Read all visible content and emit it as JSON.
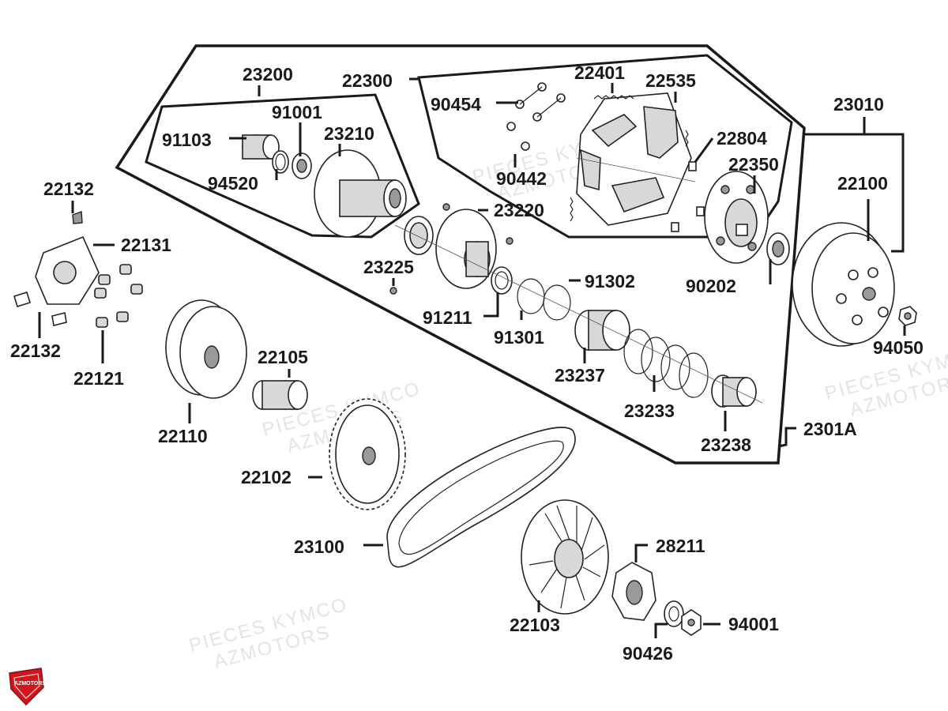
{
  "diagram": {
    "watermark_lines": [
      "PIECES KYMCO",
      "AZMOTORS"
    ],
    "logo_text": "AZMOTORS",
    "part_labels": [
      "23200",
      "22300",
      "22401",
      "22535",
      "23010",
      "91001",
      "90454",
      "91103",
      "23210",
      "22804",
      "22132",
      "22350",
      "94520",
      "90442",
      "22100",
      "23220",
      "22131",
      "23225",
      "90202",
      "91302",
      "91211",
      "91301",
      "94050",
      "22105",
      "23237",
      "22132",
      "22121",
      "23233",
      "2301A",
      "22110",
      "23238",
      "22102",
      "23100",
      "28211",
      "94001",
      "22103",
      "90426"
    ]
  }
}
